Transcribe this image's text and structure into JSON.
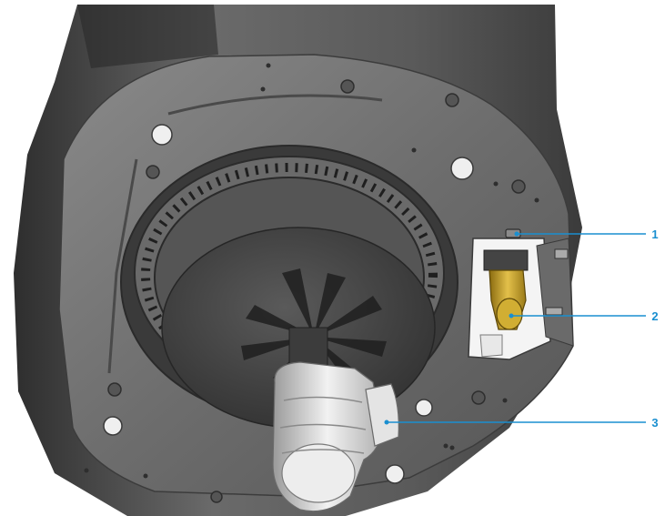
{
  "colors": {
    "background": "#ffffff",
    "housing": "#5c5c5c",
    "housing_dark": "#3a3a3a",
    "plate": "#767676",
    "burner_face": "#474747",
    "brass": "#c9a227",
    "white_part": "#e8e8e8",
    "callout": "#1a8fd0"
  },
  "callouts": [
    {
      "id": "1",
      "label": "1",
      "part": "small-block"
    },
    {
      "id": "2",
      "label": "2",
      "part": "brass-fitting"
    },
    {
      "id": "3",
      "label": "3",
      "part": "elbow-connector"
    }
  ]
}
